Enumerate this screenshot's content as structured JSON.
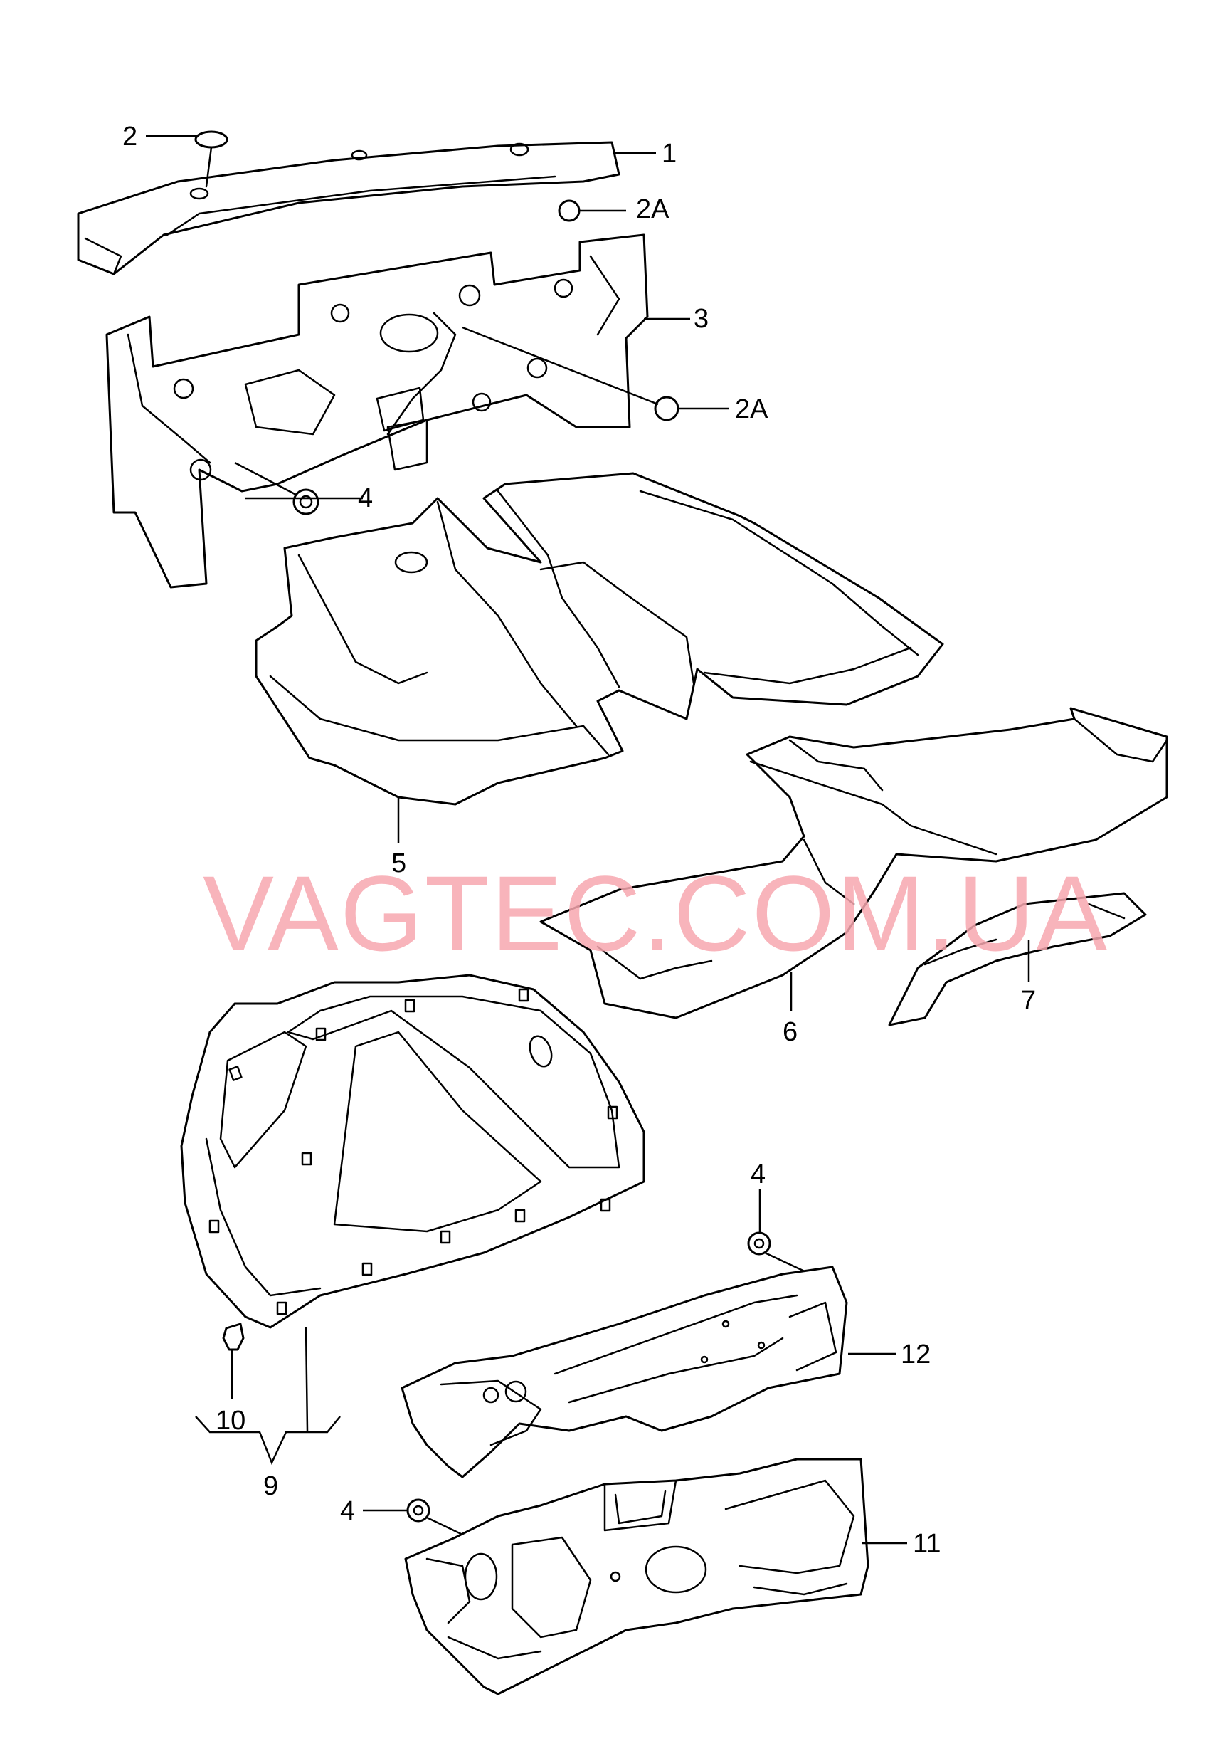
{
  "watermark": "VAGTEC.COM.UA",
  "labels": {
    "p1": "1",
    "p2": "2",
    "p2a_top": "2A",
    "p3": "3",
    "p2a_mid": "2A",
    "p4_top": "4",
    "p5": "5",
    "p6": "6",
    "p7": "7",
    "p4_right": "4",
    "p12": "12",
    "p10": "10",
    "p9": "9",
    "p4_bottom": "4",
    "p11": "11"
  },
  "colors": {
    "line": "#000000",
    "watermark": "#f7a7b0",
    "background": "#ffffff"
  }
}
